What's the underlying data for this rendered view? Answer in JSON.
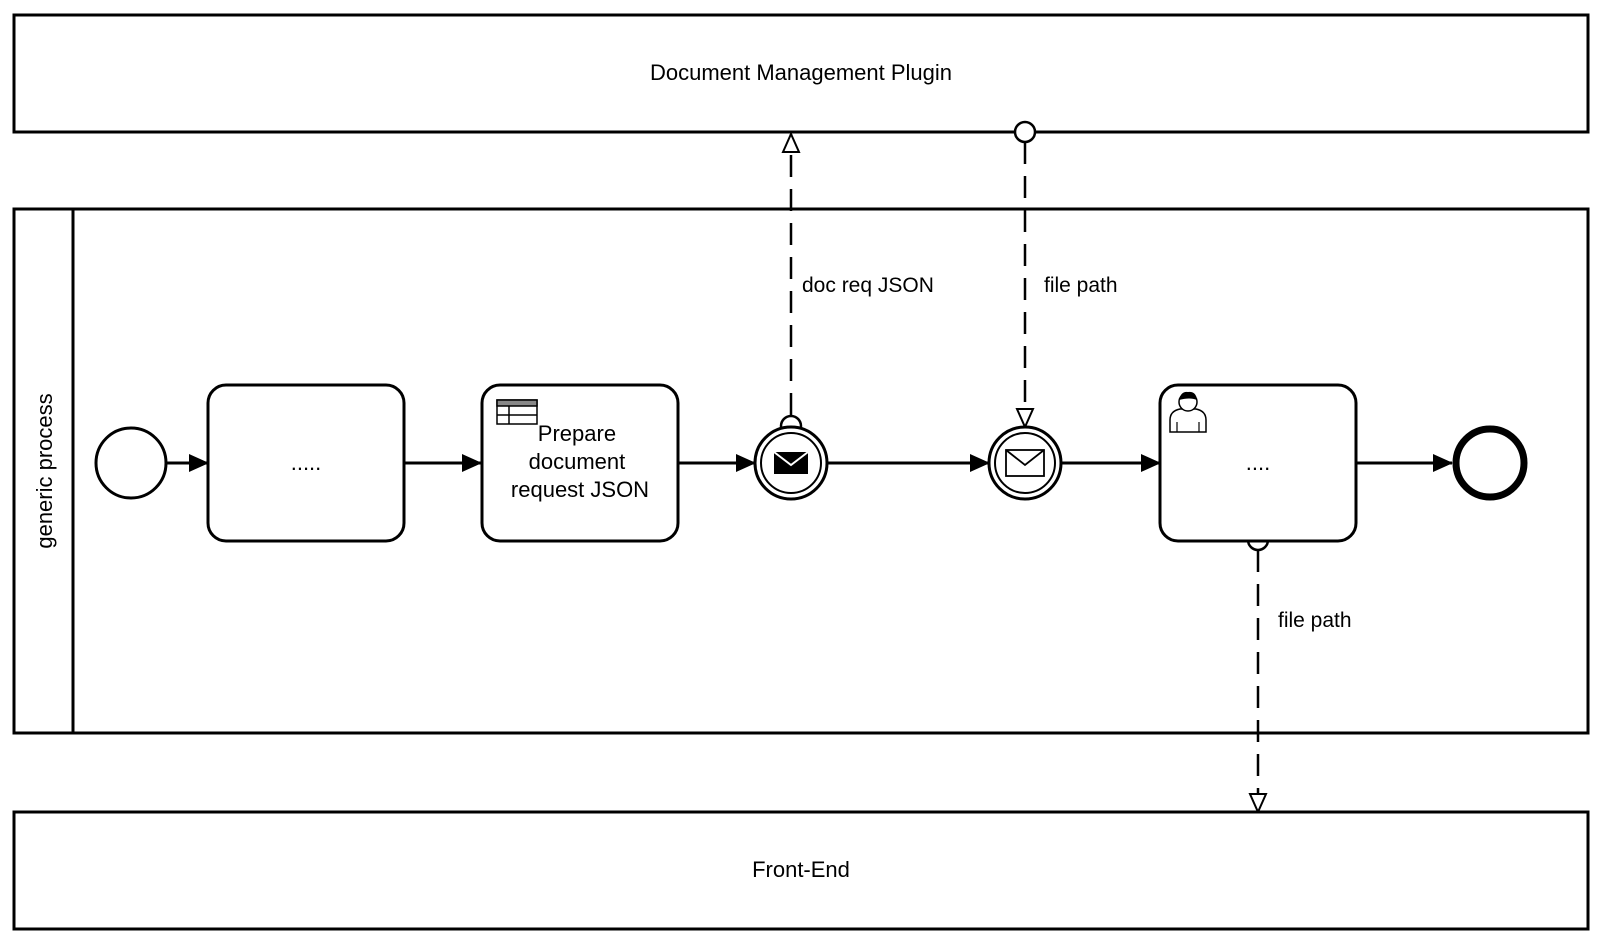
{
  "pools": {
    "top": {
      "title": "Document Management Plugin"
    },
    "middle": {
      "lane_title": "generic process"
    },
    "bottom": {
      "title": "Front-End"
    }
  },
  "tasks": {
    "task1": {
      "label": "....."
    },
    "task2": {
      "label_lines": [
        "Prepare",
        "document",
        "request JSON"
      ],
      "marker": "business-rule-icon"
    },
    "task3": {
      "label": "....",
      "marker": "user-icon"
    }
  },
  "events": {
    "start": {
      "type": "start-event"
    },
    "send": {
      "type": "intermediate-throw-message-event",
      "icon": "envelope-filled-icon"
    },
    "receive": {
      "type": "intermediate-catch-message-event",
      "icon": "envelope-outline-icon"
    },
    "end": {
      "type": "end-event"
    }
  },
  "message_flows": {
    "doc_request": {
      "label": "doc req JSON"
    },
    "file_path_in": {
      "label": "file path"
    },
    "file_path_out": {
      "label": "file path"
    }
  },
  "colors": {
    "stroke": "#000000",
    "background": "#ffffff"
  }
}
